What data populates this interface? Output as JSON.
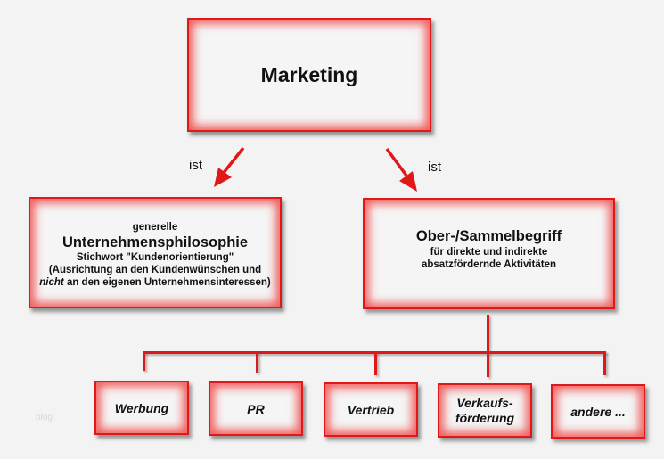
{
  "root": {
    "title": "Marketing"
  },
  "connectors": {
    "left_label": "ist",
    "right_label": "ist"
  },
  "left_box": {
    "line1": "generelle",
    "title": "Unternehmensphilosophie",
    "line3": "Stichwort \"Kundenorientierung\"",
    "line4": "(Ausrichtung an den Kundenwünschen und",
    "line5_italic": "nicht",
    "line5_rest": " an den eigenen Unternehmensinteressen)"
  },
  "right_box": {
    "title": "Ober-/Sammelbegriff",
    "line2": "für direkte und indirekte",
    "line3": "absatzfördernde Aktivitäten"
  },
  "children": [
    {
      "label": "Werbung"
    },
    {
      "label": "PR"
    },
    {
      "label": "Vertrieb"
    },
    {
      "label_line1": "Verkaufs-",
      "label_line2": "förderung"
    },
    {
      "label": "andere ..."
    }
  ],
  "watermark": "blog",
  "colors": {
    "accent": "#e01818",
    "background": "#f3f3f3"
  }
}
